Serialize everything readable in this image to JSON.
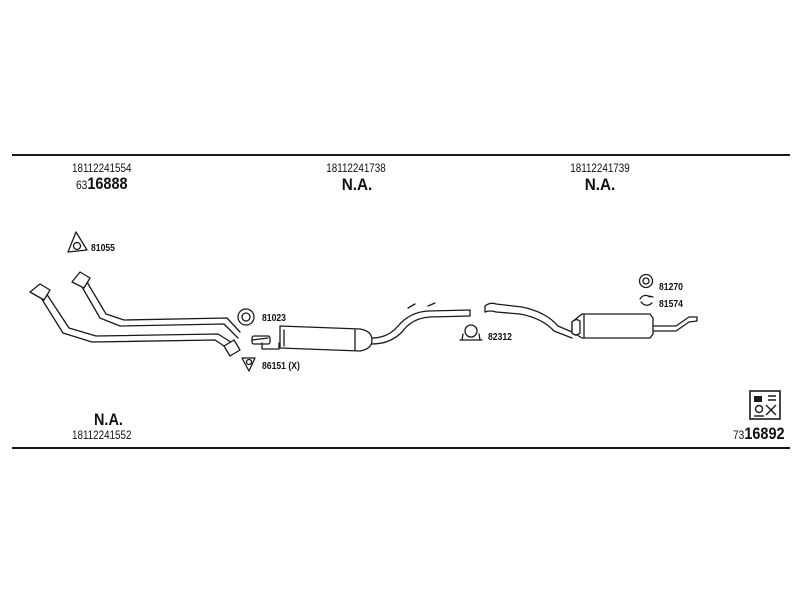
{
  "header": {
    "col1": {
      "part_number": "18112241554",
      "code_prefix": "63",
      "code_main": "16888"
    },
    "col2": {
      "part_number": "18112241738",
      "availability": "N.A."
    },
    "col3": {
      "part_number": "18112241739",
      "availability": "N.A."
    }
  },
  "parts": {
    "gasket_1": "81055",
    "ring_1": "81023",
    "gasket_2": "86151 (X)",
    "clamp_1": "82312",
    "ring_2": "81270",
    "hanger_1": "81574"
  },
  "footer": {
    "left": {
      "availability": "N.A.",
      "part_number": "18112241552"
    },
    "right": {
      "code_prefix": "73",
      "code_main": "16892"
    }
  },
  "icons": {
    "gasket": "triangular-gasket-icon",
    "ring": "rubber-ring-icon",
    "clamp": "pipe-clamp-icon",
    "hanger": "hanger-icon",
    "badge": "catalog-badge-icon"
  },
  "colors": {
    "line": "#1a1a1a",
    "fill": "#d8d8d8"
  }
}
